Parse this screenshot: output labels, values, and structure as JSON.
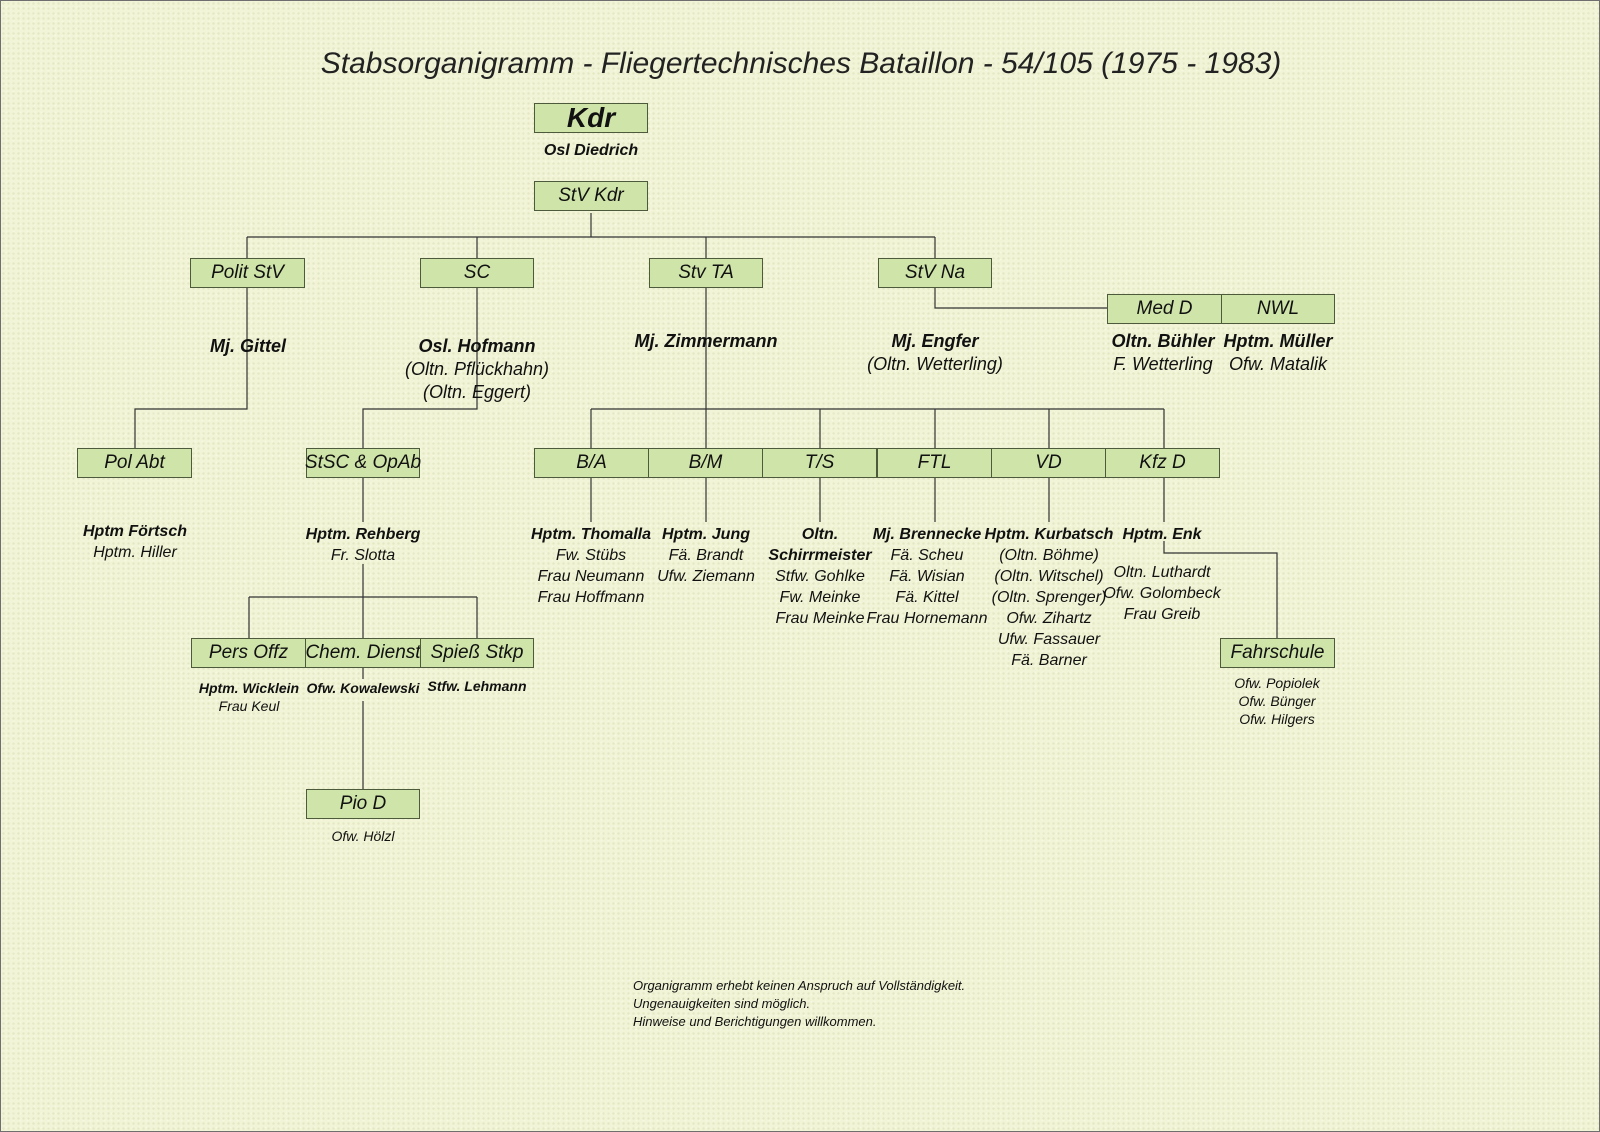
{
  "title": "Stabsorganigramm - Fliegertechnisches Bataillon - 54/105 (1975 - 1983)",
  "units": {
    "kdr": "Kdr",
    "stv_kdr": "StV Kdr",
    "polit_stv": "Polit StV",
    "sc": "SC",
    "stv_ta": "Stv TA",
    "stv_na": "StV Na",
    "med_d": "Med D",
    "nwl": "NWL",
    "pol_abt": "Pol Abt",
    "stsc_opab": "StSC & OpAb",
    "b_a": "B/A",
    "b_m": "B/M",
    "t_s": "T/S",
    "ftl": "FTL",
    "vd": "VD",
    "kfz_d": "Kfz D",
    "pers_offz": "Pers Offz",
    "chem_dienst": "Chem. Dienst",
    "spiess_stkp": "Spieß Stkp",
    "fahrschule": "Fahrschule",
    "pio_d": "Pio D"
  },
  "staff": {
    "kdr": [
      "Osl Diedrich"
    ],
    "polit_stv": [
      "Mj. Gittel"
    ],
    "sc": [
      "Osl. Hofmann",
      "(Oltn. Pflückhahn)",
      "(Oltn. Eggert)"
    ],
    "stv_ta": [
      "Mj. Zimmermann"
    ],
    "stv_na": [
      "Mj. Engfer",
      "(Oltn. Wetterling)"
    ],
    "med_d": [
      "Oltn. Bühler",
      "F. Wetterling"
    ],
    "nwl": [
      "Hptm. Müller",
      "Ofw. Matalik"
    ],
    "pol_abt": [
      "Hptm Förtsch",
      "Hptm. Hiller"
    ],
    "stsc_opab": [
      "Hptm. Rehberg",
      "Fr. Slotta"
    ],
    "b_a": [
      "Hptm. Thomalla",
      "Fw. Stübs",
      "Frau Neumann",
      "Frau Hoffmann"
    ],
    "b_m": [
      "Hptm. Jung",
      "Fä. Brandt",
      "Ufw. Ziemann"
    ],
    "t_s": [
      "Oltn.",
      "Schirrmeister",
      "Stfw. Gohlke",
      "Fw. Meinke",
      "Frau Meinke"
    ],
    "ftl": [
      "Mj. Brennecke",
      "Fä. Scheu",
      "Fä. Wisian",
      "Fä. Kittel",
      "Frau Hornemann"
    ],
    "vd": [
      "Hptm. Kurbatsch",
      "(Oltn. Böhme)",
      "(Oltn. Witschel)",
      "(Oltn. Sprenger)",
      "Ofw. Zihartz",
      "Ufw. Fassauer",
      "Fä. Barner"
    ],
    "kfz_d_lead": [
      "Hptm. Enk"
    ],
    "kfz_d": [
      "Oltn. Luthardt",
      "Ofw. Golombeck",
      "Frau Greib"
    ],
    "pers_offz": [
      "Hptm. Wicklein",
      "Frau Keul"
    ],
    "chem_dienst": [
      "Ofw. Kowalewski"
    ],
    "spiess_stkp": [
      "Stfw. Lehmann"
    ],
    "fahrschule": [
      "Ofw. Popiolek",
      "Ofw. Bünger",
      "Ofw. Hilgers"
    ],
    "pio_d": [
      "Ofw. Hölzl"
    ]
  },
  "note": [
    "Organigramm erhebt keinen Anspruch auf Vollständigkeit.",
    "Ungenauigkeiten sind möglich.",
    "Hinweise und Berichtigungen willkommen."
  ]
}
